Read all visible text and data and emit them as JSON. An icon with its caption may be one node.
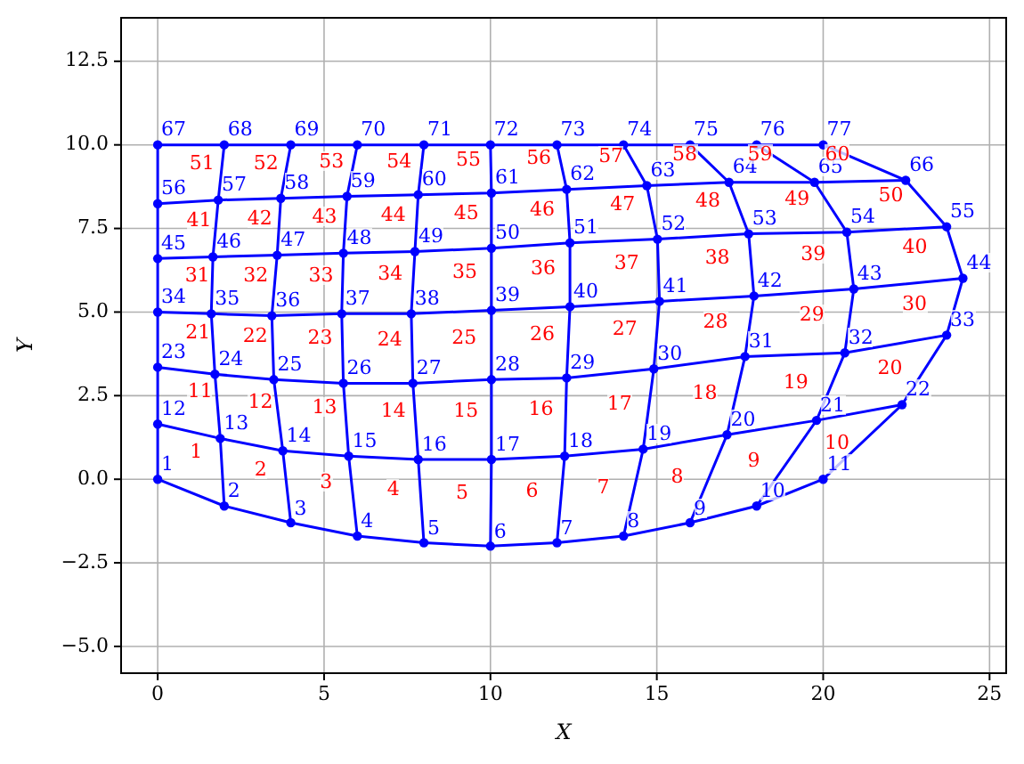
{
  "diagram": {
    "labels": [
      "12.5",
      "10.0",
      "7.5",
      "5.0",
      "2.5",
      "0.0",
      "−2.5",
      "−5.0",
      "1",
      "2",
      "3",
      "4",
      "5",
      "6",
      "7",
      "8",
      "9",
      "10",
      "11",
      "12",
      "13",
      "14",
      "15",
      "16",
      "17",
      "18",
      "19",
      "20",
      "21",
      "22",
      "23",
      "24",
      "25",
      "26",
      "27",
      "28",
      "29",
      "30",
      "31",
      "32",
      "33",
      "34",
      "35",
      "36",
      "37",
      "38",
      "39",
      "40",
      "41",
      "42",
      "43",
      "44",
      "45",
      "46",
      "47",
      "48",
      "49",
      "50",
      "51",
      "52",
      "53",
      "54",
      "55",
      "56",
      "57",
      "58",
      "59",
      "60",
      "61",
      "62",
      "63",
      "64",
      "65",
      "66",
      "67",
      "68",
      "69",
      "70",
      "71",
      "72",
      "73",
      "74",
      "75",
      "76",
      "77",
      "1",
      "2",
      "3",
      "4",
      "5",
      "6",
      "7",
      "8",
      "9",
      "10",
      "11",
      "12",
      "13",
      "14",
      "15",
      "16",
      "17",
      "18",
      "19",
      "20",
      "21",
      "22",
      "23",
      "24",
      "25",
      "26",
      "27",
      "28",
      "29",
      "30",
      "31",
      "32",
      "33",
      "34",
      "35",
      "36",
      "37",
      "38",
      "39",
      "40",
      "41",
      "42",
      "43",
      "44",
      "45",
      "46",
      "47",
      "48",
      "49",
      "50",
      "51",
      "52",
      "53",
      "54",
      "55",
      "56",
      "57",
      "58",
      "59",
      "60",
      "0",
      "5",
      "10",
      "15",
      "20",
      "25",
      "X",
      "Y"
    ]
  }
}
